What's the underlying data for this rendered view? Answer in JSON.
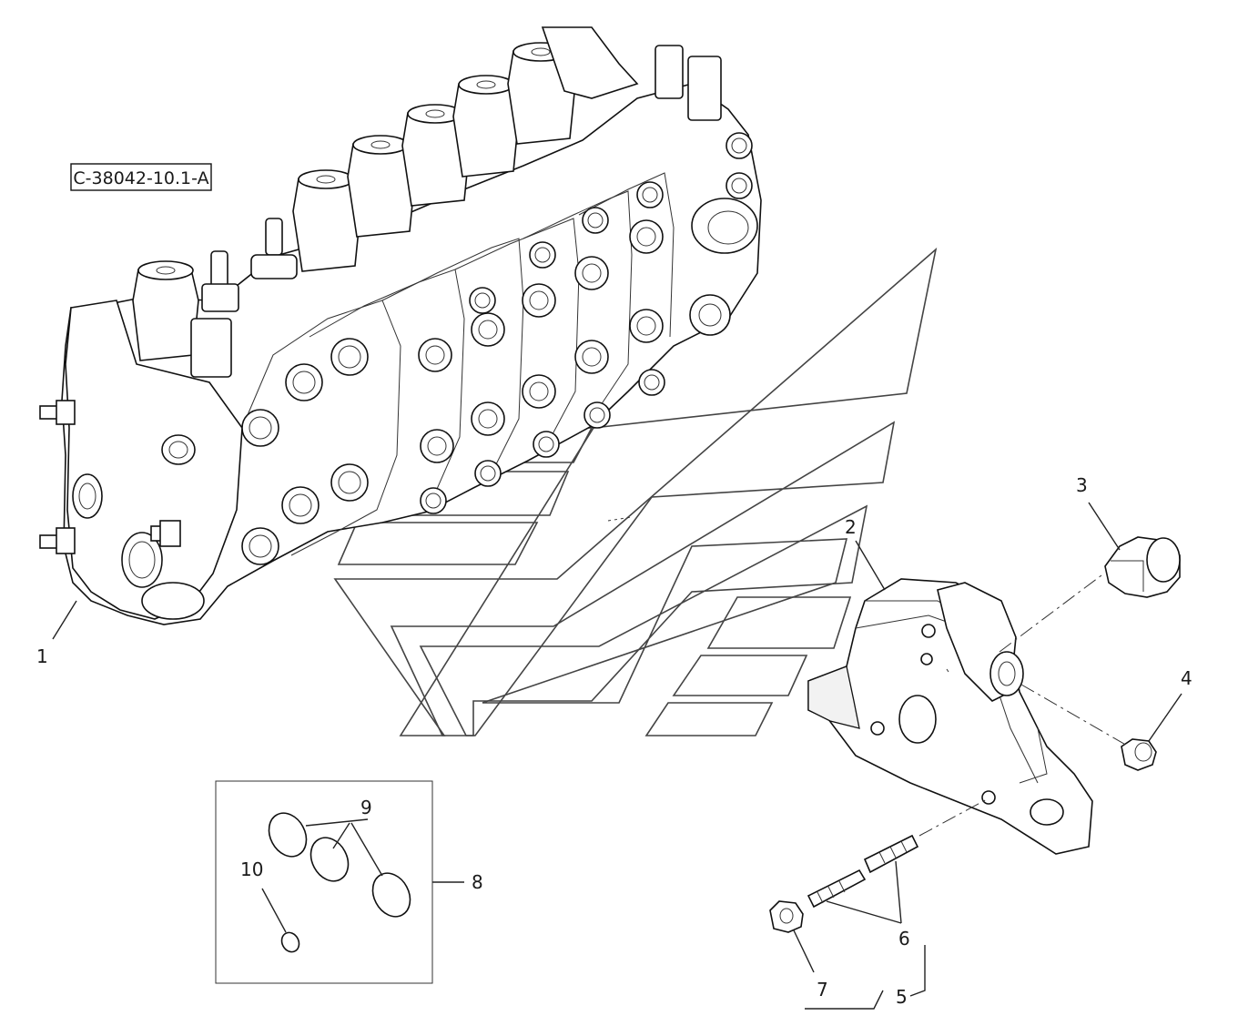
{
  "drawing": {
    "reference_code": "C-38042-10.1-A"
  },
  "callouts": [
    {
      "id": "1",
      "label": "1"
    },
    {
      "id": "2",
      "label": "2"
    },
    {
      "id": "3",
      "label": "3"
    },
    {
      "id": "4",
      "label": "4"
    },
    {
      "id": "5",
      "label": "5"
    },
    {
      "id": "6",
      "label": "6"
    },
    {
      "id": "7",
      "label": "7"
    },
    {
      "id": "8",
      "label": "8"
    },
    {
      "id": "9",
      "label": "9"
    },
    {
      "id": "10",
      "label": "10"
    }
  ],
  "colors": {
    "line": "#111111",
    "background": "#ffffff"
  }
}
